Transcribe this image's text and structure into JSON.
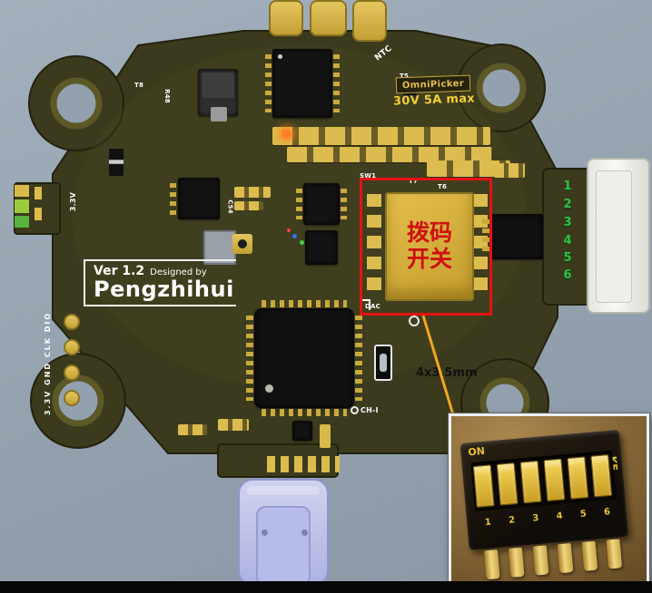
{
  "scene": {
    "description": "Annotated render of a flight-controller PCB with DIP switch callout"
  },
  "board": {
    "refs": {
      "t8": "T8",
      "r48": "R48",
      "ntc": "NTC",
      "t5": "T5",
      "sw1": "SW1",
      "t7": "T7",
      "t6": "T6",
      "c54": "C54",
      "v33": "3.3V",
      "dac": "DAC",
      "ch1": "CH-I"
    },
    "silkscreen": {
      "ver": "Ver 1.2",
      "designed_by": "Designed by",
      "designer": "Pengzhihui",
      "debug_pins": "3.3V GND CLK DIO"
    },
    "power_badge": {
      "brand": "OmniPicker",
      "rating": "30V 5A max"
    },
    "connector_pins": [
      "1",
      "2",
      "3",
      "4",
      "5",
      "6"
    ]
  },
  "annotations": {
    "dip_label_line1": "拨码",
    "dip_label_line2": "开关",
    "dimension": "4x3.5mm"
  },
  "inset": {
    "on": "ON",
    "ke": "KE",
    "pins": [
      "1",
      "2",
      "3",
      "4",
      "5",
      "6"
    ]
  },
  "colors": {
    "background": "#93a1ae",
    "board": "#3b3a1d",
    "gold": "#d9b94a",
    "highlight_red": "#e51212",
    "callout_yellow": "#f2a71e",
    "pin_green": "#2fc348",
    "usb_lavender": "#b4b8e4"
  }
}
